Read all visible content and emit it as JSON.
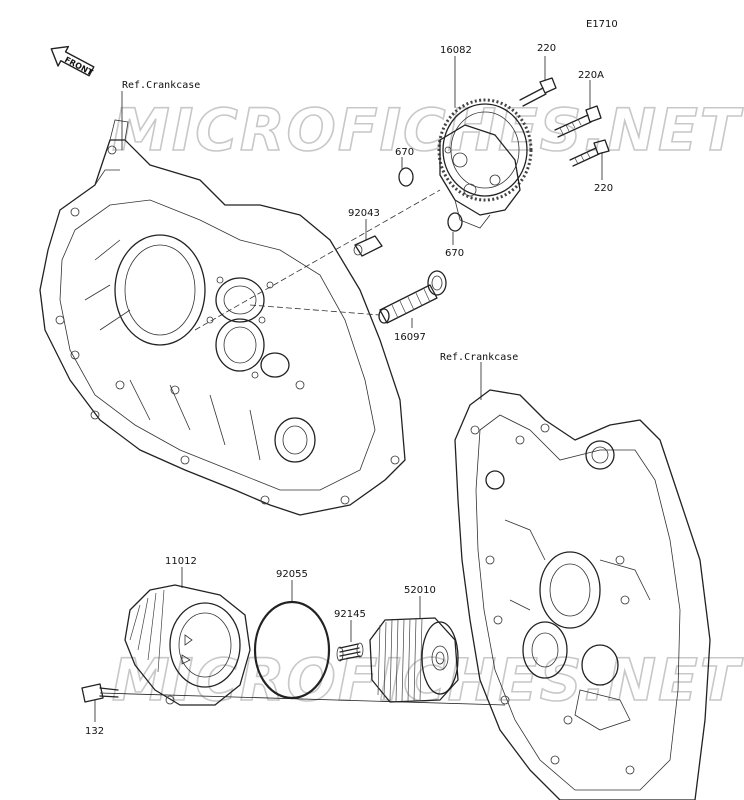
{
  "diagram_code": "E1710",
  "front_label": "FRONT",
  "watermark_text": "MICROFICHES.NET",
  "callouts": {
    "ref_crankcase_upper": "Ref.Crankcase",
    "ref_crankcase_lower": "Ref.Crankcase",
    "bolt_220_top": "220",
    "bolt_220a": "220A",
    "bolt_220_bottom": "220",
    "pump_16082": "16082",
    "oring_670_upper": "670",
    "oring_670_lower": "670",
    "pin_92043": "92043",
    "strainer_16097": "16097",
    "cover_11012": "11012",
    "oring_92055": "92055",
    "spring_92145": "92145",
    "filter_52010": "52010",
    "bolt_132": "132"
  }
}
